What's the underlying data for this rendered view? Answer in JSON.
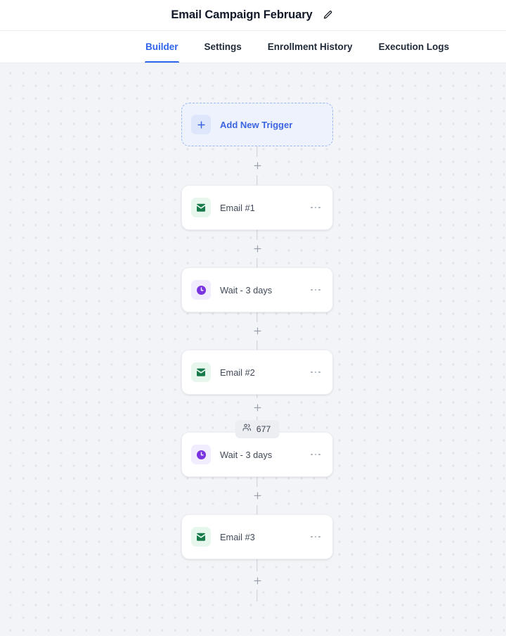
{
  "header": {
    "title": "Email Campaign February",
    "edit_icon": "pencil-icon"
  },
  "tabs": [
    {
      "label": "Builder",
      "active": true
    },
    {
      "label": "Settings",
      "active": false
    },
    {
      "label": "Enrollment History",
      "active": false
    },
    {
      "label": "Execution Logs",
      "active": false
    }
  ],
  "canvas": {
    "trigger": {
      "label": "Add New Trigger",
      "icon": "plus-icon"
    },
    "nodes": [
      {
        "label": "Email #1",
        "type": "email",
        "icon": "envelope-icon",
        "menu_icon": "ellipsis-icon"
      },
      {
        "label": "Wait - 3 days",
        "type": "wait",
        "icon": "clock-icon",
        "menu_icon": "ellipsis-icon"
      },
      {
        "label": "Email #2",
        "type": "email",
        "icon": "envelope-icon",
        "menu_icon": "ellipsis-icon"
      },
      {
        "label": "Wait - 3 days",
        "type": "wait",
        "icon": "clock-icon",
        "menu_icon": "ellipsis-icon"
      },
      {
        "label": "Email #3",
        "type": "email",
        "icon": "envelope-icon",
        "menu_icon": "ellipsis-icon"
      }
    ],
    "enrollment_badge": {
      "count": "677",
      "icon": "users-icon"
    },
    "add_step_icon": "plus-icon"
  },
  "colors": {
    "accent": "#2f63eb",
    "email_icon": "#177a4a",
    "email_icon_bg": "#e7f7ee",
    "wait_icon": "#7b35e0",
    "wait_icon_bg": "#f1ecfe",
    "trigger_border": "#9cb6f5",
    "trigger_bg": "#eef2fd",
    "canvas_bg": "#f3f4f7",
    "connector_line": "#c9ccd4"
  }
}
